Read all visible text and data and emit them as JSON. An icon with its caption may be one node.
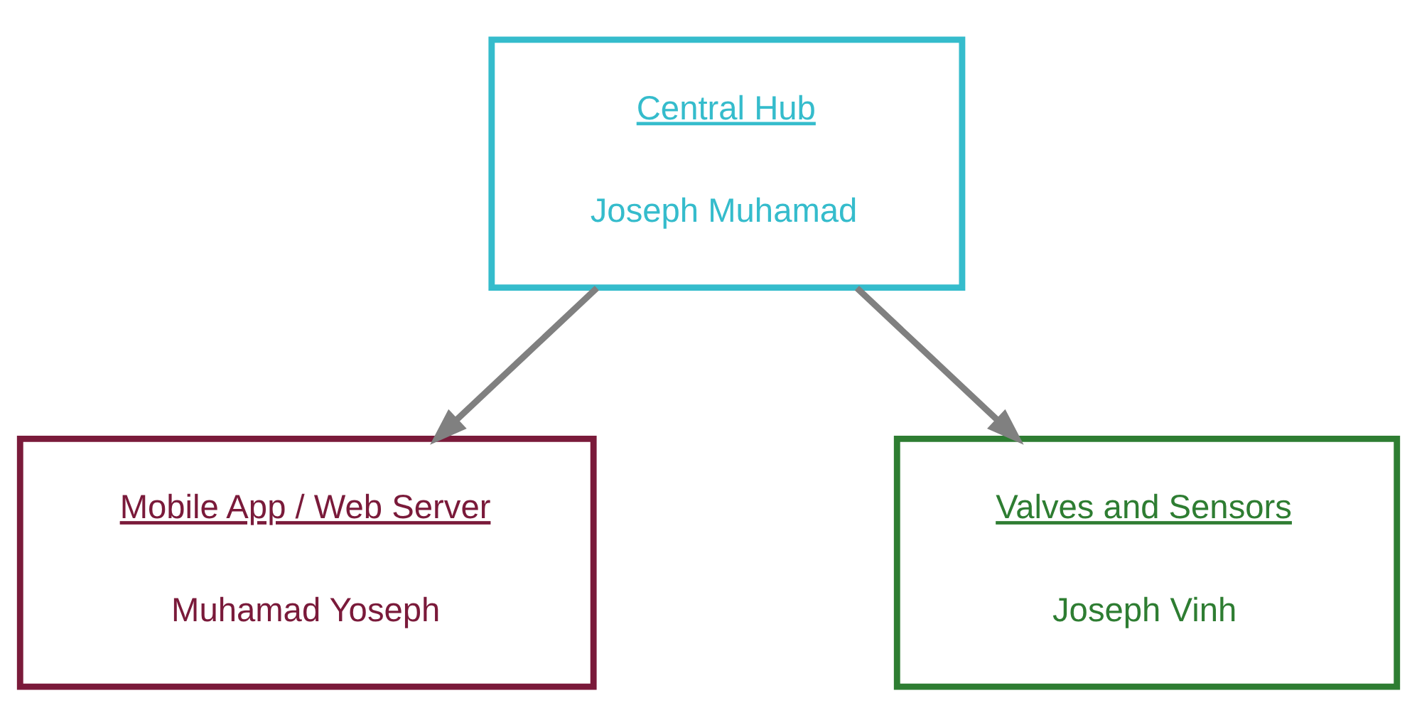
{
  "diagram": {
    "nodes": [
      {
        "text": [
          "Central Hub",
          "Joseph Muhamad"
        ]
      },
      {
        "text": [
          "Mobile App / Web Server",
          "Muhamad Yoseph"
        ]
      },
      {
        "text": [
          "Valves and Sensors",
          "Joseph Vinh"
        ]
      }
    ],
    "edges": [
      {
        "from": 0,
        "to": 1,
        "arrow": "to",
        "color": "#808080"
      },
      {
        "from": 0,
        "to": 2,
        "arrow": "to",
        "color": "#808080"
      }
    ]
  }
}
